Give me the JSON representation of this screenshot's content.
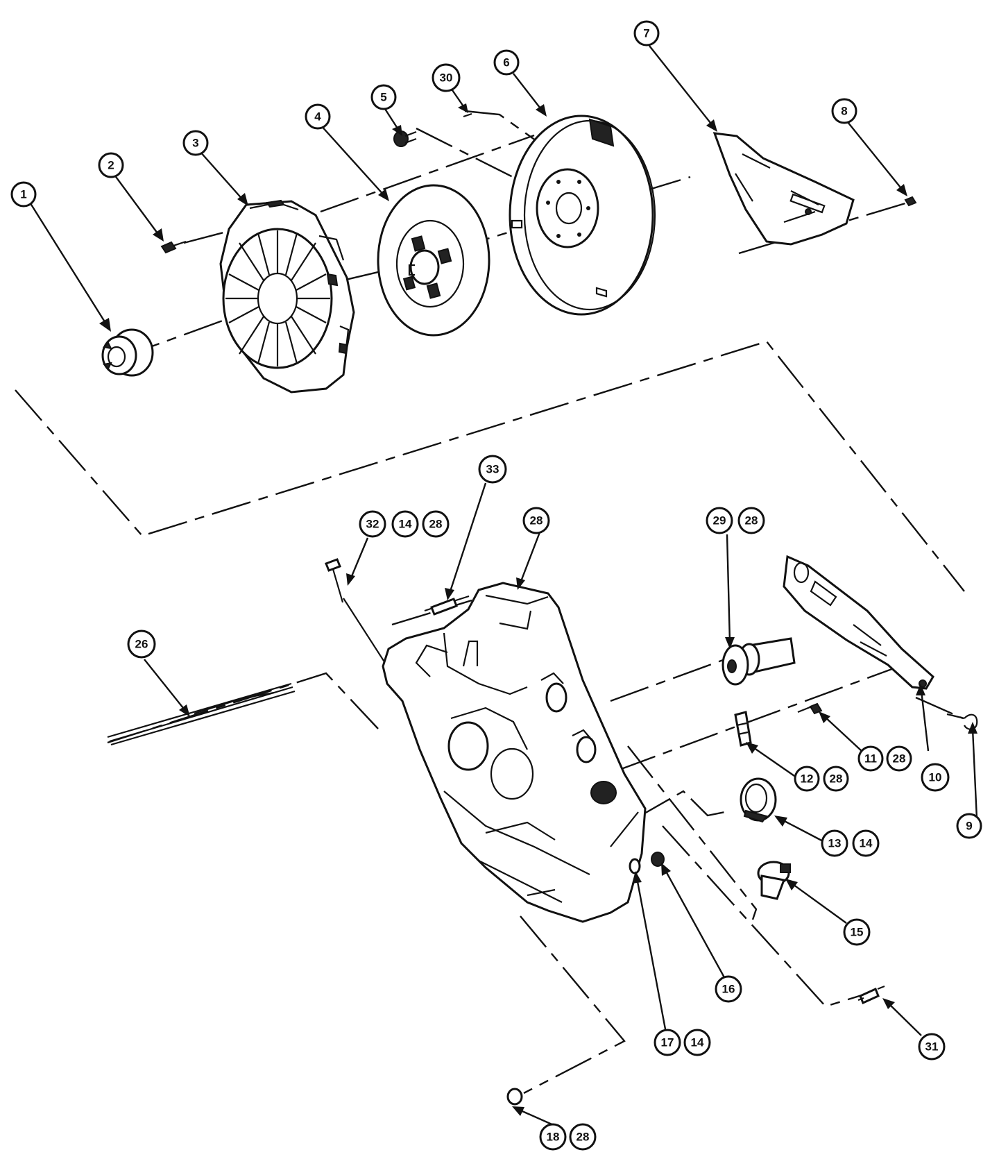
{
  "callouts": [
    {
      "label": "1"
    },
    {
      "label": "2"
    },
    {
      "label": "3"
    },
    {
      "label": "4"
    },
    {
      "label": "5"
    },
    {
      "label": "30"
    },
    {
      "label": "6"
    },
    {
      "label": "7"
    },
    {
      "label": "8"
    },
    {
      "label": "33"
    },
    {
      "label": "32"
    },
    {
      "label": "14"
    },
    {
      "label": "28"
    },
    {
      "label": "28"
    },
    {
      "label": "29"
    },
    {
      "label": "28"
    },
    {
      "label": "26"
    },
    {
      "label": "11"
    },
    {
      "label": "28"
    },
    {
      "label": "10"
    },
    {
      "label": "12"
    },
    {
      "label": "28"
    },
    {
      "label": "9"
    },
    {
      "label": "13"
    },
    {
      "label": "14"
    },
    {
      "label": "15"
    },
    {
      "label": "16"
    },
    {
      "label": "17"
    },
    {
      "label": "14"
    },
    {
      "label": "31"
    },
    {
      "label": "18"
    },
    {
      "label": "28"
    }
  ]
}
